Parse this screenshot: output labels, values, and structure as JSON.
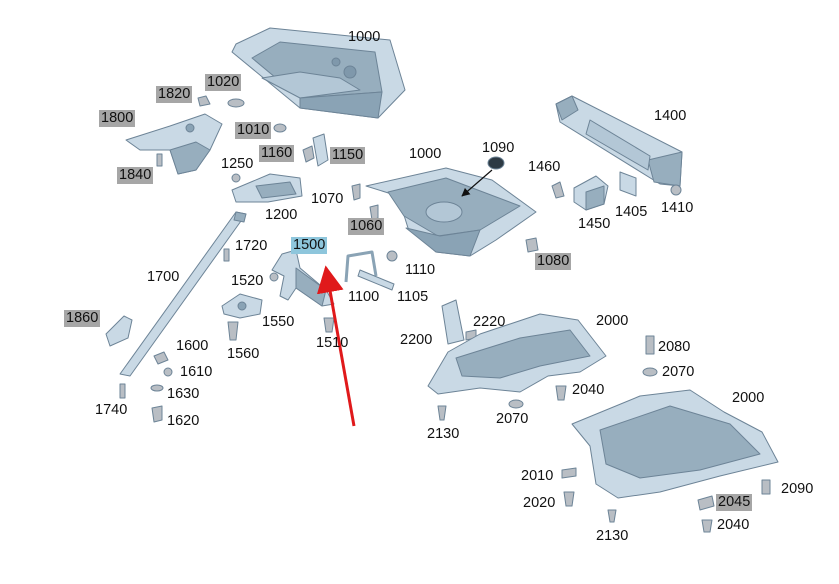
{
  "colors": {
    "part_fill": "#c9d9e5",
    "part_shade": "#97aebe",
    "part_edge": "#6d8497",
    "hardware": "#b9bec4",
    "gray_tag": "#a6a6a6",
    "highlight_tag": "#8ec6dc",
    "arrow": "#e0191b"
  },
  "labels": {
    "l1000a": "1000",
    "l1820": "1820",
    "l1020": "1020",
    "l1800": "1800",
    "l1010": "1010",
    "l1160": "1160",
    "l1150": "1150",
    "l1840": "1840",
    "l1250": "1250",
    "l1000b": "1000",
    "l1090": "1090",
    "l1400": "1400",
    "l1460": "1460",
    "l1070": "1070",
    "l1200": "1200",
    "l1060": "1060",
    "l1450": "1450",
    "l1405": "1405",
    "l1410": "1410",
    "l1720": "1720",
    "l1500": "1500",
    "l1080": "1080",
    "l1700": "1700",
    "l1520": "1520",
    "l1110": "1110",
    "l1100": "1100",
    "l1105": "1105",
    "l1860": "1860",
    "l1550": "1550",
    "l2200": "2200",
    "l2220": "2220",
    "l2000a": "2000",
    "l1600": "1600",
    "l1560": "1560",
    "l1510": "1510",
    "l2080": "2080",
    "l1610": "1610",
    "l2070a": "2070",
    "l1630": "1630",
    "l2040a": "2040",
    "l1740": "1740",
    "l2000b": "2000",
    "l1620": "1620",
    "l2130a": "2130",
    "l2070b": "2070",
    "l2010": "2010",
    "l2090": "2090",
    "l2020": "2020",
    "l2045": "2045",
    "l2040b": "2040",
    "l2130b": "2130"
  }
}
